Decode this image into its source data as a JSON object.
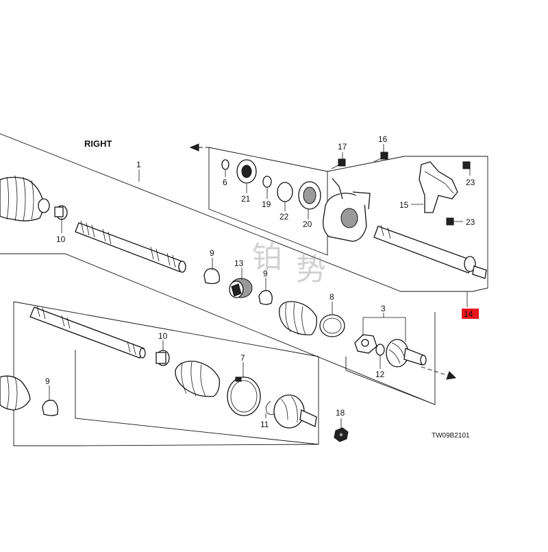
{
  "diagram": {
    "section_label": "RIGHT",
    "drawing_code": "TW09B2101",
    "highlighted_part": "14",
    "highlight_color": "#e8141c",
    "watermark": [
      "铂",
      "势"
    ],
    "callouts": {
      "p1": "1",
      "p3": "3",
      "p6": "6",
      "p7": "7",
      "p8": "8",
      "p9a": "9",
      "p9b": "9",
      "p9c": "9",
      "p10a": "10",
      "p10b": "10",
      "p11": "11",
      "p12": "12",
      "p13": "13",
      "p14": "14",
      "p15": "15",
      "p16": "16",
      "p17": "17",
      "p18": "18",
      "p19": "19",
      "p20": "20",
      "p21": "21",
      "p22": "22",
      "p23a": "23",
      "p23b": "23"
    }
  }
}
